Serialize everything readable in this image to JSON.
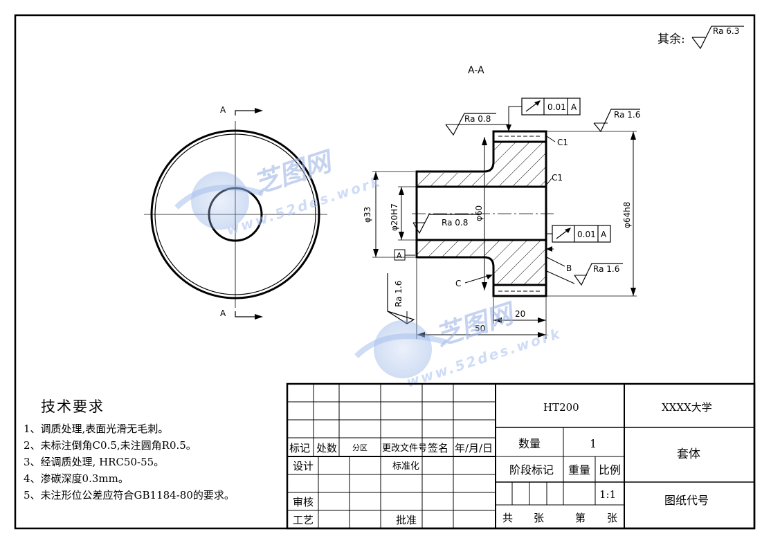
{
  "surface_finish_general": {
    "label": "其余:",
    "value": "Ra 6.3"
  },
  "section_label": "A-A",
  "section_markers": [
    "A",
    "A"
  ],
  "roughness": {
    "top_left": "Ra 0.8",
    "top_right": "Ra 1.6",
    "bore": "Ra 0.8",
    "left_face": "Ra 1.6",
    "right_face": "Ra 1.6"
  },
  "tolerances": {
    "top": {
      "symbol": "↗",
      "value": "0.01",
      "datum": "A"
    },
    "right": {
      "symbol": "↗",
      "value": "0.01",
      "datum": "A"
    }
  },
  "datum_label": "A",
  "chamfers": {
    "top": "C1",
    "mid": "C1"
  },
  "leaders": {
    "b": "B",
    "c": "C"
  },
  "dimensions": {
    "d33": "φ33",
    "d20": "φ20H7",
    "d60": "φ60",
    "d64": "φ64h8",
    "w20": "20",
    "w50": "50"
  },
  "watermark": {
    "brand": "芝图网",
    "url": "www.52des.work"
  },
  "tech_requirements": {
    "title": "技术要求",
    "items": [
      "1、调质处理,表面光滑无毛刺。",
      "2、未标注倒角C0.5,未注圆角R0.5。",
      "3、经调质处理, HRC50-55。",
      "4、渗碳深度0.3mm。",
      "5、未注形位公差应符合GB1184-80的要求。"
    ]
  },
  "title_block": {
    "headers": [
      "标记",
      "处数",
      "分区",
      "更改文件号",
      "签名",
      "年/月/日"
    ],
    "design": "设计",
    "standardize": "标准化",
    "review": "审核",
    "process": "工艺",
    "approve": "批准",
    "material": "HT200",
    "school": "XXXX大学",
    "quantity_label": "数量",
    "quantity_value": "1",
    "part_name": "套体",
    "stage_label": "阶段标记",
    "weight_label": "重量",
    "scale_label": "比例",
    "scale_value": "1:1",
    "drawing_no_label": "图纸代号",
    "total": "共",
    "sheet": "张",
    "number": "第",
    "sheet2": "张"
  }
}
